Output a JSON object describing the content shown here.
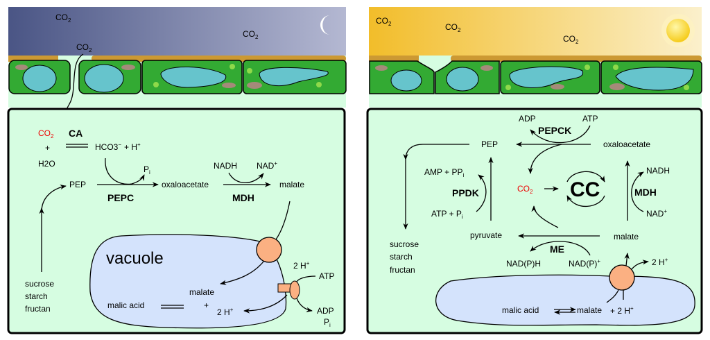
{
  "night": {
    "sky_labels": [
      "CO2",
      "CO2",
      "CO2"
    ],
    "icon": "moon-icon",
    "colors": {
      "sky_start": "#4a5585",
      "sky_end": "#b4b8d2",
      "panel": "#d6fde1",
      "cell": "#33aa33",
      "vacuole": "#66c4cc",
      "cuticle": "#cc9933"
    },
    "co2_in": "CO2",
    "enzymes": {
      "ca": "CA",
      "pepc": "PEPC",
      "mdh": "MDH"
    },
    "species": {
      "plus": "+",
      "h2o": "H2O",
      "hco3": "HCO3",
      "hco3_sup": "−",
      "plus_h": "+ H",
      "h_sup": "+",
      "pi": "P",
      "pi_sub": "i",
      "pep": "PEP",
      "oaa": "oxaloacetate",
      "nadh": "NADH",
      "nad": "NAD",
      "nad_sup": "+",
      "malate": "malate"
    },
    "storage": [
      "sucrose",
      "starch",
      "fructan"
    ],
    "vacuole": {
      "label": "vacuole",
      "malate": "malate",
      "plus": "+",
      "malic_acid": "malic acid",
      "protons": "2 H",
      "protons_sup": "+"
    },
    "pump": {
      "protons": "2 H",
      "protons_sup": "+",
      "atp": "ATP",
      "adp": "ADP",
      "pi": "P",
      "pi_sub": "i"
    }
  },
  "day": {
    "sky_labels": [
      "CO2",
      "CO2",
      "CO2"
    ],
    "icon": "sun-icon",
    "colors": {
      "sky_start": "#f2bd2a",
      "sky_end": "#fbefc5",
      "panel": "#d6fde1"
    },
    "enzymes": {
      "pepck": "PEPCK",
      "ppdk": "PPDK",
      "mdh": "MDH",
      "me": "ME",
      "cc": "CC"
    },
    "species": {
      "adp": "ADP",
      "atp": "ATP",
      "pep": "PEP",
      "oaa": "oxaloacetate",
      "amp_ppi": "AMP + PP",
      "amp_sub": "i",
      "atp_pi": "ATP + P",
      "atp_sub": "i",
      "co2": "CO",
      "co2_sub": "2",
      "nadh": "NADH",
      "nad": "NAD",
      "nad_sup": "+",
      "pyruvate": "pyruvate",
      "malate": "malate",
      "nadph": "NAD(P)H",
      "nadp": "NAD(P)",
      "nadp_sup": "+",
      "protons": "2 H",
      "protons_sup": "+"
    },
    "storage": [
      "sucrose",
      "starch",
      "fructan"
    ],
    "vacuole": {
      "malic_acid": "malic acid",
      "malate": "malate",
      "plus_protons": "+ 2 H",
      "sup": "+"
    }
  }
}
